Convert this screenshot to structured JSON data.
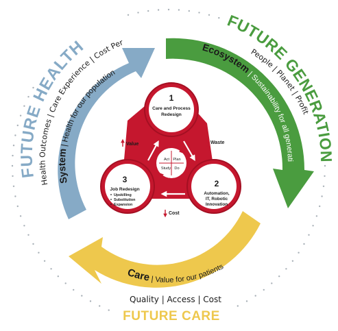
{
  "colors": {
    "health": "#86aac6",
    "generations": "#4a9c3f",
    "care": "#eec84d",
    "core_red": "#c5172e",
    "core_red_dark": "#a40f22",
    "text_dark": "#1a1a1a",
    "dots": "#a9b1b8"
  },
  "future_health": {
    "title": "FUTURE HEALTH",
    "subtitle": "Health Outcomes | Care Experience | Cost Per Capita",
    "arc_label_bold": "System",
    "arc_label_rest": " | Health for our population"
  },
  "future_generations": {
    "title": "FUTURE GENERATIONS",
    "subtitle": "People | Planet | Profit",
    "arc_label_bold": "Ecosystem",
    "arc_label_rest": " | Sustainability for all generations"
  },
  "future_care": {
    "title": "FUTURE CARE",
    "subtitle": "Quality | Access | Cost",
    "arc_label_bold": "Care",
    "arc_label_rest": " | Value for our patients"
  },
  "core": {
    "node1": {
      "number": "1",
      "line1": "Care and Process",
      "line2": "Redesign"
    },
    "node2": {
      "number": "2",
      "line1": "Automation,",
      "line2": "IT, Robotic",
      "line3": "Innovation"
    },
    "node3": {
      "number": "3",
      "title": "Job Redesign",
      "bullets": [
        "Upskilling",
        "Substitution",
        "Expansion"
      ]
    },
    "pdsa": {
      "act": "Act",
      "plan": "Plan",
      "study": "Study",
      "do": "Do"
    },
    "annotations": {
      "value": "Value",
      "waste": "Waste",
      "cost": "Cost"
    }
  }
}
